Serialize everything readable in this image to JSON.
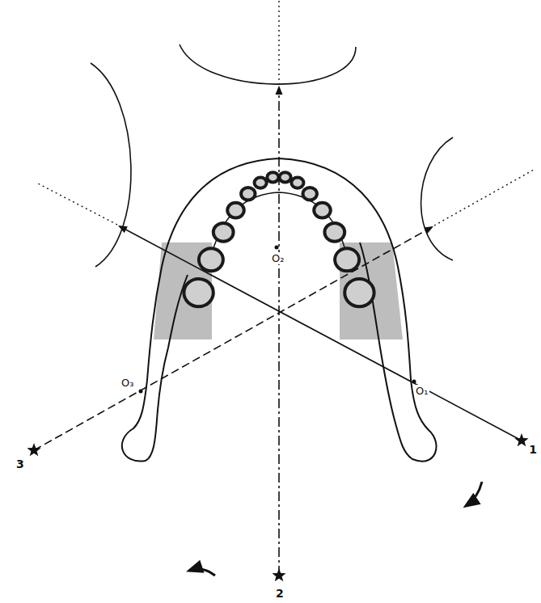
{
  "diagram": {
    "labels": [
      "O₂",
      "O₃",
      "O₁",
      "3",
      "2",
      "1"
    ]
  }
}
